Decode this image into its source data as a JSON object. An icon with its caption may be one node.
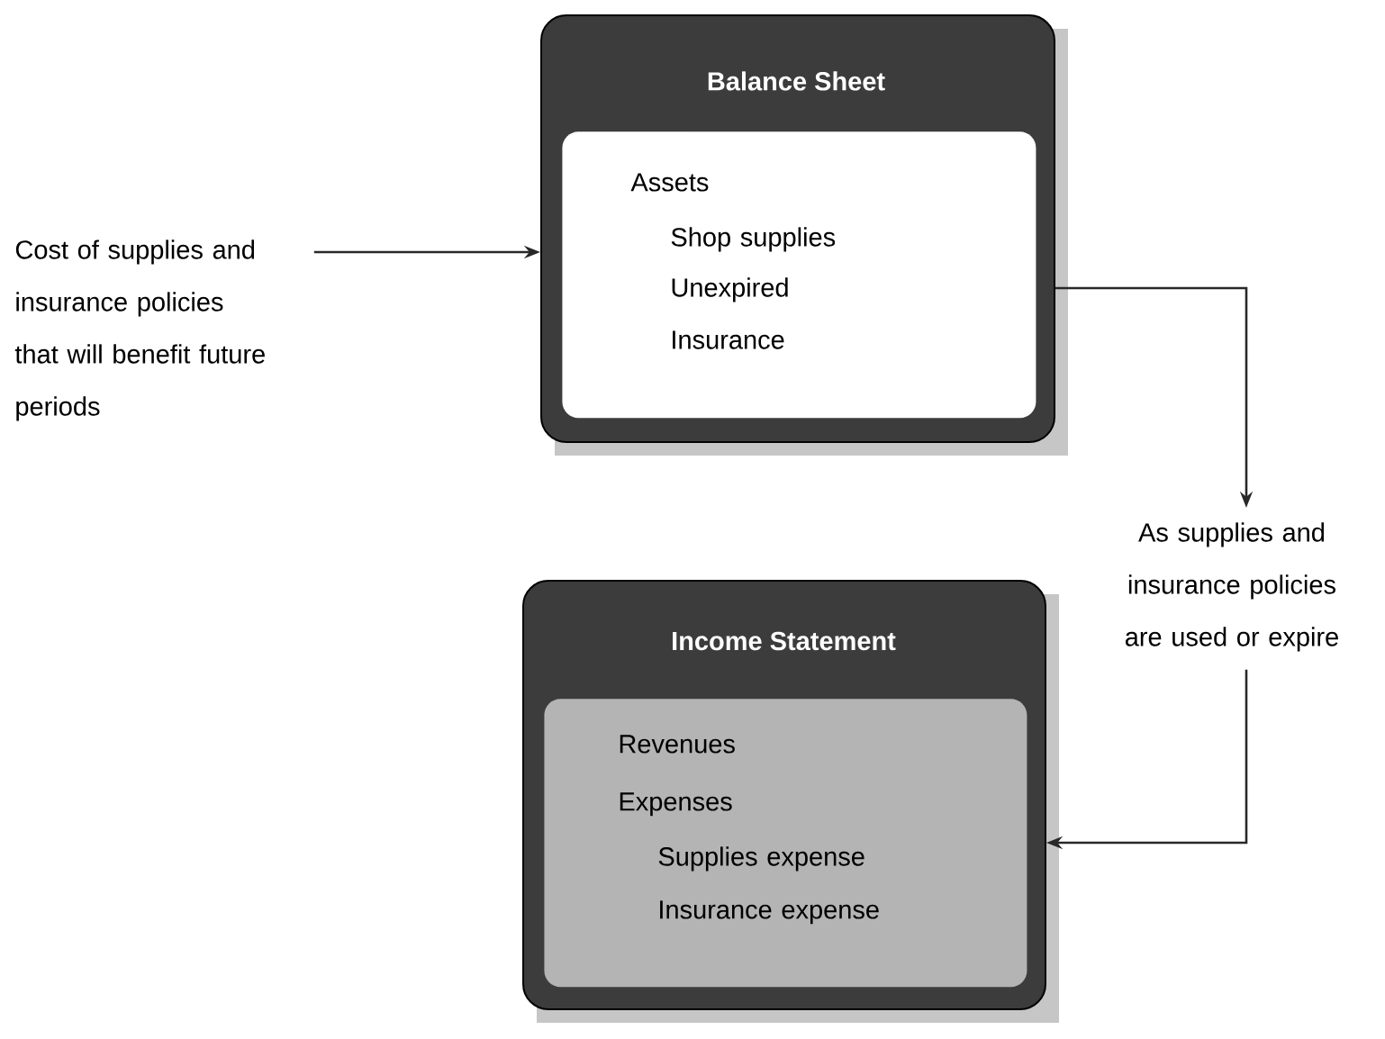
{
  "diagram": {
    "nodes": [
      {
        "text": [
          "Cost of supplies and insurance policies that will benefit future periods"
        ]
      },
      {
        "text": [
          "Balance Sheet"
        ]
      },
      {
        "text": [
          "Assets",
          "Shop supplies",
          "Unexpired Insurance"
        ],
        "in": 1
      },
      {
        "text": [
          "As supplies and insurance policies are used or expire"
        ]
      },
      {
        "text": [
          "Income Statement"
        ]
      },
      {
        "text": [
          "Revenues",
          "Expenses",
          "Supplies expense",
          "Insurance expense"
        ],
        "in": 4
      }
    ],
    "edges": [
      {
        "from": 0,
        "to": 1,
        "arrow": "to"
      },
      {
        "from": 1,
        "to": 3,
        "arrow": "to"
      },
      {
        "from": 3,
        "to": 4,
        "arrow": "to"
      }
    ]
  }
}
